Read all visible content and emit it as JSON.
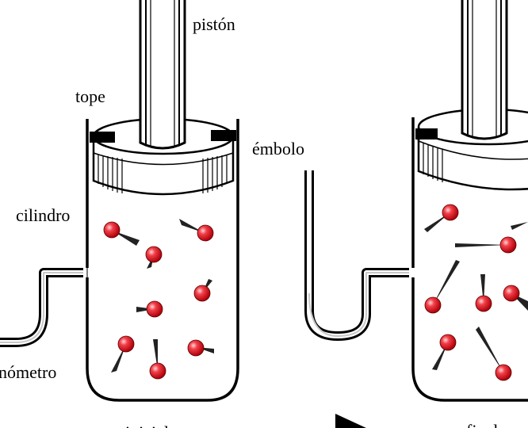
{
  "labels": {
    "piston": "pistón",
    "stop": "tope",
    "plunger": "émbolo",
    "cylinder": "cilindro",
    "manometer": "nómetro",
    "initial": "inicial",
    "final": "final"
  },
  "colors": {
    "particle": "#e8101c",
    "particle_highlight": "#ffd6d6",
    "ink": "#000000",
    "paper": "#ffffff"
  },
  "icons": {
    "state_arrow": "right-triangle-arrow"
  }
}
